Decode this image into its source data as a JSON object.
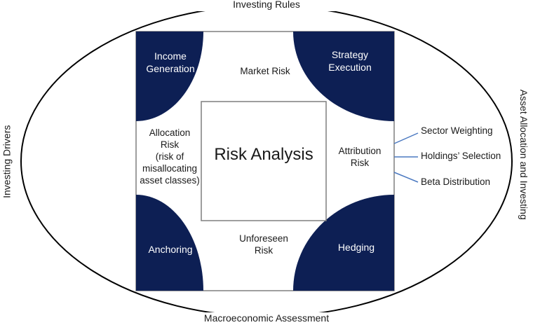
{
  "edges": {
    "top": "Investing Rules",
    "bottom": "Macroeconomic Assessment",
    "left": "Investing Drivers",
    "right": "Asset Allocation and Investing"
  },
  "corners": {
    "top_left": [
      "Income",
      "Generation"
    ],
    "top_right": [
      "Strategy",
      "Execution"
    ],
    "bottom_left": [
      "Anchoring"
    ],
    "bottom_right": [
      "Hedging"
    ]
  },
  "risks": {
    "top": [
      "Market Risk"
    ],
    "left": [
      "Allocation",
      "Risk",
      "(risk of",
      "misallocating",
      "asset classes)"
    ],
    "right": [
      "Attribution",
      "Risk"
    ],
    "bottom": [
      "Unforeseen",
      "Risk"
    ]
  },
  "center": "Risk Analysis",
  "side_items": [
    "Sector Weighting",
    "Holdings’ Selection",
    "Beta Distribution"
  ],
  "colors": {
    "navy": "#0d1f54",
    "connector": "#4a78c0",
    "ellipse": "#000000",
    "box_border": "#7f7f7f"
  }
}
